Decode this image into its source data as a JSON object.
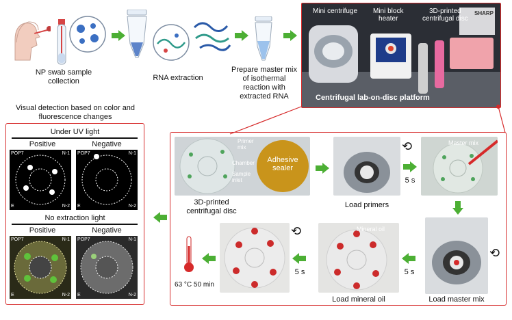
{
  "top": {
    "step1_label": "NP swab sample\ncollection",
    "step2_label": "RNA extraction",
    "step3_label": "Prepare master mix\nof isothermal\nreaction with\nextracted RNA",
    "platform": {
      "mini_centrifuge": "Mini centrifuge",
      "mini_block_heater": "Mini block\nheater",
      "disc_label": "3D-printed\ncentrifugal disc",
      "caption": "Centrifugal lab-on-disc platform",
      "sharp_text": "SHARP"
    }
  },
  "left_panel": {
    "title": "Visual detection based on color and\nfluorescence changes",
    "uv_header": "Under UV light",
    "noext_header": "No extraction light",
    "positive": "Positive",
    "negative": "Negative",
    "tags": {
      "pop7": "POP7",
      "n1": "N-1",
      "n2": "N-2",
      "e": "E"
    }
  },
  "workflow": {
    "disc_photo": {
      "primer_mix": "Primer\nmix",
      "chamber": "Chamber",
      "sample_inlet": "Sample\ninlet"
    },
    "disc_caption": "3D-printed\ncentrifugal disc",
    "adhesive": "Adhesive\nsealer",
    "load_primers": "Load primers",
    "spin1": "5 s",
    "master_mix_tag": "Master mix",
    "load_master_mix": "Load master mix",
    "spin2": "5 s",
    "mineral_oil_tag": "Mineral oil",
    "load_mineral_oil": "Load mineral oil",
    "spin3": "5 s",
    "incubation": "63 °C 50 min"
  },
  "colors": {
    "accent_red": "#d62a2a",
    "arrow_green": "#4caf34",
    "dark_photo": "#2a2d33"
  }
}
